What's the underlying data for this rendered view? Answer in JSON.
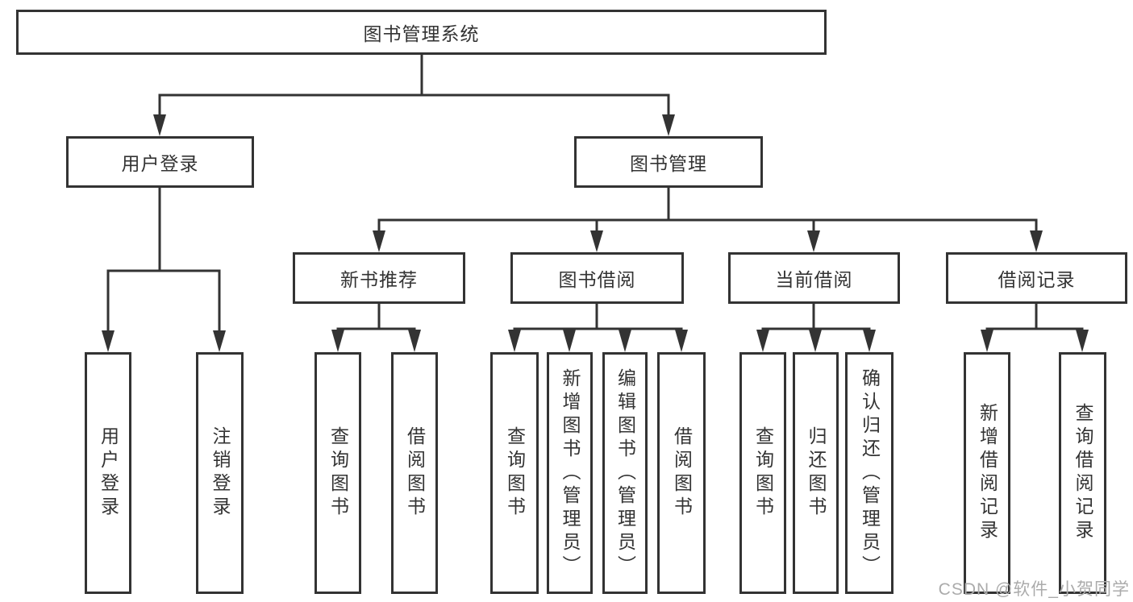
{
  "nodes": {
    "root": "图书管理系统",
    "user_login": "用户登录",
    "book_mgmt": "图书管理",
    "new_book_rec": "新书推荐",
    "book_borrow": "图书借阅",
    "current_borrow": "当前借阅",
    "borrow_records": "借阅记录",
    "leaf_user_login": "用户登录",
    "leaf_logout": "注销登录",
    "leaf_query_book_a": "查询图书",
    "leaf_borrow_book_a": "借阅图书",
    "leaf_query_book_b": "查询图书",
    "leaf_add_book": "新增图书（管理员）",
    "leaf_edit_book": "编辑图书（管理员）",
    "leaf_borrow_book_b": "借阅图书",
    "leaf_query_book_c": "查询图书",
    "leaf_return_book": "归还图书",
    "leaf_confirm_return": "确认归还（管理员）",
    "leaf_add_borrow_record": "新增借阅记录",
    "leaf_query_borrow_record": "查询借阅记录"
  },
  "hierarchy": {
    "图书管理系统": {
      "用户登录": [
        "用户登录",
        "注销登录"
      ],
      "图书管理": {
        "新书推荐": [
          "查询图书",
          "借阅图书"
        ],
        "图书借阅": [
          "查询图书",
          "新增图书（管理员）",
          "编辑图书（管理员）",
          "借阅图书"
        ],
        "当前借阅": [
          "查询图书",
          "归还图书",
          "确认归还（管理员）"
        ],
        "借阅记录": [
          "新增借阅记录",
          "查询借阅记录"
        ]
      }
    }
  },
  "watermark": "CSDN @软件_小贺同学",
  "colors": {
    "line": "#333333",
    "text": "#333333",
    "box_background": "#ffffff",
    "watermark": "#ababab",
    "background": "#ffffff"
  }
}
